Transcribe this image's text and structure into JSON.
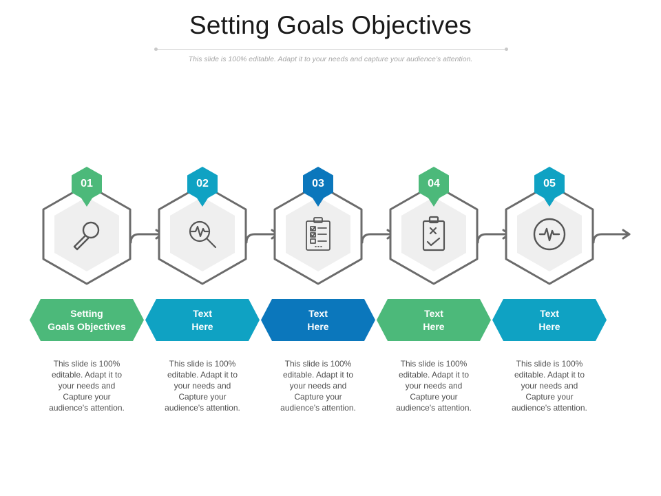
{
  "slide": {
    "title": "Setting Goals Objectives",
    "subtitle": "This slide is 100% editable. Adapt it to your needs and capture your audience’s attention."
  },
  "colors": {
    "green": "#4cb97a",
    "teal": "#0fa2c3",
    "blue": "#0b77bc",
    "outline": "#6b6b6b",
    "hex_fill": "#efefef",
    "icon": "#555555"
  },
  "steps": [
    {
      "number": "01",
      "label": "Setting\nGoals Objectives",
      "color": "#4cb97a",
      "icon": "magnifier-icon",
      "description": "This slide is 100%\neditable. Adapt it to\nyour needs and\nCapture your\naudience's attention."
    },
    {
      "number": "02",
      "label": "Text\nHere",
      "color": "#0fa2c3",
      "icon": "pulse-search-icon",
      "description": "This slide is 100%\neditable. Adapt it to\nyour needs and\nCapture your\naudience's attention."
    },
    {
      "number": "03",
      "label": "Text\nHere",
      "color": "#0b77bc",
      "icon": "checklist-icon",
      "description": "This slide is 100%\neditable. Adapt it to\nyour needs and\nCapture your\naudience's attention."
    },
    {
      "number": "04",
      "label": "Text\nHere",
      "color": "#4cb97a",
      "icon": "clipboard-check-icon",
      "description": "This slide is 100%\neditable. Adapt it to\nyour needs and\nCapture your\naudience's attention."
    },
    {
      "number": "05",
      "label": "Text\nHere",
      "color": "#0fa2c3",
      "icon": "heartbeat-icon",
      "description": "This slide is 100%\neditable. Adapt it to\nyour needs and\nCapture your\naudience's attention."
    }
  ]
}
